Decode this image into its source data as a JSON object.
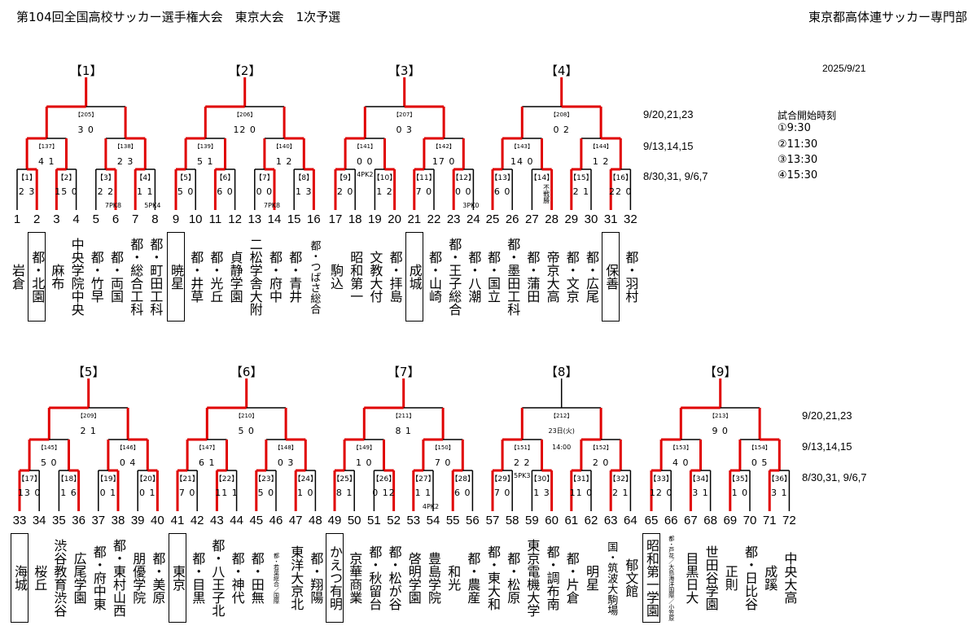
{
  "header": {
    "title": "第104回全国高校サッカー選手権大会　東京大会　1次予選",
    "org": "東京都高体連サッカー専門部",
    "date": "2025/9/21"
  },
  "schedule_top": {
    "dates": [
      "9/20,21,23",
      "9/13,14,15",
      "8/30,31, 9/6,7"
    ],
    "start_title": "試合開始時刻",
    "times": [
      "①9:30",
      "②11:30",
      "③13:30",
      "④15:30"
    ]
  },
  "schedule_bottom": {
    "dates": [
      "9/20,21,23",
      "9/13,14,15",
      "8/30,31, 9/6,7"
    ]
  },
  "colors": {
    "winner_line": "#e00000",
    "line": "#000000"
  },
  "groups": [
    {
      "label": "【1】",
      "row": 0,
      "champion": 1,
      "teams": [
        {
          "no": "1",
          "name": "岩倉"
        },
        {
          "no": "2",
          "name": "都・北園"
        },
        {
          "no": "3",
          "name": "麻布"
        },
        {
          "no": "4",
          "name": "中央学院中央"
        },
        {
          "no": "5",
          "name": "都・竹早"
        },
        {
          "no": "6",
          "name": "都・両国"
        },
        {
          "no": "7",
          "name": "都・総合工科"
        },
        {
          "no": "8",
          "name": "都・町田工科"
        }
      ],
      "r1": [
        {
          "label": "【1】",
          "score": "2 3",
          "note": "",
          "w": 1
        },
        {
          "label": "【2】",
          "score": "15 0",
          "note": "",
          "w": 0
        },
        {
          "label": "【3】",
          "score": "2 2",
          "note": "7PK8",
          "w": 1
        },
        {
          "label": "【4】",
          "score": "1 1",
          "note": "5PK4",
          "w": 0
        }
      ],
      "r2": [
        {
          "label": "【137】",
          "score": "4 1",
          "note": "",
          "w": 0
        },
        {
          "label": "【138】",
          "score": "2 3",
          "note": "",
          "w": 1
        }
      ],
      "final": {
        "label": "【205】",
        "score": "3 0",
        "w": 0
      }
    },
    {
      "label": "【2】",
      "row": 0,
      "champion": 0,
      "teams": [
        {
          "no": "9",
          "name": "暁星"
        },
        {
          "no": "10",
          "name": "都・井草"
        },
        {
          "no": "11",
          "name": "都・光丘"
        },
        {
          "no": "12",
          "name": "貞静学園"
        },
        {
          "no": "13",
          "name": "二松学舎大附"
        },
        {
          "no": "14",
          "name": "都・府中"
        },
        {
          "no": "15",
          "name": "都・青井"
        },
        {
          "no": "16",
          "name": "都・つばさ総合"
        }
      ],
      "r1": [
        {
          "label": "【5】",
          "score": "5 0",
          "note": "",
          "w": 0
        },
        {
          "label": "【6】",
          "score": "6 0",
          "note": "",
          "w": 0
        },
        {
          "label": "【7】",
          "score": "0 0",
          "note": "7PK8",
          "w": 1
        },
        {
          "label": "【8】",
          "score": "1 3",
          "note": "",
          "w": 1
        }
      ],
      "r2": [
        {
          "label": "【139】",
          "score": "5 1",
          "note": "",
          "w": 0
        },
        {
          "label": "【140】",
          "score": "1 2",
          "note": "",
          "w": 1
        }
      ],
      "final": {
        "label": "【206】",
        "score": "12 0",
        "w": 0
      }
    },
    {
      "label": "【3】",
      "row": 0,
      "champion": 4,
      "teams": [
        {
          "no": "17",
          "name": "駒込"
        },
        {
          "no": "18",
          "name": "昭和第一"
        },
        {
          "no": "19",
          "name": "文教大付"
        },
        {
          "no": "20",
          "name": "都・拝島"
        },
        {
          "no": "21",
          "name": "成城"
        },
        {
          "no": "22",
          "name": "都・山崎"
        },
        {
          "no": "23",
          "name": "都・王子総合"
        },
        {
          "no": "24",
          "name": "都・八潮"
        }
      ],
      "r1": [
        {
          "label": "【9】",
          "score": "2 0",
          "note": "",
          "w": 0
        },
        {
          "label": "【10】",
          "score": "1 2",
          "note": "",
          "w": 1
        },
        {
          "label": "【11】",
          "score": "7 0",
          "note": "",
          "w": 0
        },
        {
          "label": "【12】",
          "score": "0 0",
          "note": "3PK0",
          "w": 0
        }
      ],
      "r2": [
        {
          "label": "【141】",
          "score": "0 0",
          "note": "4PK2",
          "w": 0
        },
        {
          "label": "【142】",
          "score": "17 0",
          "note": "",
          "w": 0
        }
      ],
      "final": {
        "label": "【207】",
        "score": "0 3",
        "w": 1
      }
    },
    {
      "label": "【4】",
      "row": 0,
      "champion": 6,
      "teams": [
        {
          "no": "25",
          "name": "都・国立"
        },
        {
          "no": "26",
          "name": "都・墨田工科"
        },
        {
          "no": "27",
          "name": "都・蒲田"
        },
        {
          "no": "28",
          "name": "帝京大高"
        },
        {
          "no": "29",
          "name": "都・文京"
        },
        {
          "no": "30",
          "name": "都・広尾"
        },
        {
          "no": "31",
          "name": "保善"
        },
        {
          "no": "32",
          "name": "都・羽村"
        }
      ],
      "r1": [
        {
          "label": "【13】",
          "score": "6 0",
          "note": "",
          "w": 0
        },
        {
          "label": "【14】",
          "score": "",
          "note": "",
          "walkover": "不戦勝",
          "w": 1
        },
        {
          "label": "【15】",
          "score": "2 1",
          "note": "",
          "w": 0
        },
        {
          "label": "【16】",
          "score": "22 0",
          "note": "",
          "w": 0
        }
      ],
      "r2": [
        {
          "label": "【143】",
          "score": "14 0",
          "note": "",
          "w": 0
        },
        {
          "label": "【144】",
          "score": "1 2",
          "note": "",
          "w": 1
        }
      ],
      "final": {
        "label": "【208】",
        "score": "0 2",
        "w": 1
      }
    },
    {
      "label": "【5】",
      "row": 1,
      "champion": 0,
      "teams": [
        {
          "no": "33",
          "name": "海城"
        },
        {
          "no": "34",
          "name": "桜丘"
        },
        {
          "no": "35",
          "name": "渋谷教育渋谷"
        },
        {
          "no": "36",
          "name": "広尾学園"
        },
        {
          "no": "37",
          "name": "都・府中東"
        },
        {
          "no": "38",
          "name": "都・東村山西"
        },
        {
          "no": "39",
          "name": "朋優学院"
        },
        {
          "no": "40",
          "name": "都・美原"
        }
      ],
      "r1": [
        {
          "label": "【17】",
          "score": "13 0",
          "note": "",
          "w": 0
        },
        {
          "label": "【18】",
          "score": "1 6",
          "note": "",
          "w": 1
        },
        {
          "label": "【19】",
          "score": "0 1",
          "note": "",
          "w": 1
        },
        {
          "label": "【20】",
          "score": "0 1",
          "note": "",
          "w": 1
        }
      ],
      "r2": [
        {
          "label": "【145】",
          "score": "5 0",
          "note": "",
          "w": 0
        },
        {
          "label": "【146】",
          "score": "0 4",
          "note": "",
          "w": 1
        }
      ],
      "final": {
        "label": "【209】",
        "score": "2 1",
        "w": 0
      }
    },
    {
      "label": "【6】",
      "row": 1,
      "champion": 0,
      "teams": [
        {
          "no": "41",
          "name": "東京"
        },
        {
          "no": "42",
          "name": "都・目黒"
        },
        {
          "no": "43",
          "name": "都・八王子北"
        },
        {
          "no": "44",
          "name": "都・神代"
        },
        {
          "no": "45",
          "name": "都・田無"
        },
        {
          "no": "46",
          "name": "都・若葉総合／国際"
        },
        {
          "no": "47",
          "name": "東洋大京北"
        },
        {
          "no": "48",
          "name": "都・翔陽"
        }
      ],
      "r1": [
        {
          "label": "【21】",
          "score": "7 0",
          "note": "",
          "w": 0
        },
        {
          "label": "【22】",
          "score": "11 1",
          "note": "",
          "w": 0
        },
        {
          "label": "【23】",
          "score": "5 0",
          "note": "",
          "w": 0
        },
        {
          "label": "【24】",
          "score": "1 0",
          "note": "",
          "w": 0
        }
      ],
      "r2": [
        {
          "label": "【147】",
          "score": "6 1",
          "note": "",
          "w": 0
        },
        {
          "label": "【148】",
          "score": "0 3",
          "note": "",
          "w": 1
        }
      ],
      "final": {
        "label": "【210】",
        "score": "5 0",
        "w": 0
      }
    },
    {
      "label": "【7】",
      "row": 1,
      "champion": 0,
      "teams": [
        {
          "no": "49",
          "name": "かえつ有明"
        },
        {
          "no": "50",
          "name": "京華商業"
        },
        {
          "no": "51",
          "name": "都・秋留台"
        },
        {
          "no": "52",
          "name": "都・松が谷"
        },
        {
          "no": "53",
          "name": "啓明学園"
        },
        {
          "no": "54",
          "name": "豊島学院"
        },
        {
          "no": "55",
          "name": "和光"
        },
        {
          "no": "56",
          "name": "都・農産"
        }
      ],
      "r1": [
        {
          "label": "【25】",
          "score": "8 1",
          "note": "",
          "w": 0
        },
        {
          "label": "【26】",
          "score": "0 12",
          "note": "",
          "w": 1
        },
        {
          "label": "【27】",
          "score": "1 1",
          "note": "4PK2",
          "w": 0
        },
        {
          "label": "【28】",
          "score": "6 0",
          "note": "",
          "w": 0
        }
      ],
      "r2": [
        {
          "label": "【149】",
          "score": "1 0",
          "note": "",
          "w": 0
        },
        {
          "label": "【150】",
          "score": "7 0",
          "note": "",
          "w": 0
        }
      ],
      "final": {
        "label": "【211】",
        "score": "8 1",
        "w": 0
      }
    },
    {
      "label": "【8】",
      "row": 1,
      "champion": null,
      "teams": [
        {
          "no": "57",
          "name": "都・東大和"
        },
        {
          "no": "58",
          "name": "都・松原"
        },
        {
          "no": "59",
          "name": "東京電機大学"
        },
        {
          "no": "60",
          "name": "都・調布南"
        },
        {
          "no": "61",
          "name": "都・片倉"
        },
        {
          "no": "62",
          "name": "明星"
        },
        {
          "no": "63",
          "name": "国・筑波大駒場"
        },
        {
          "no": "64",
          "name": "郁文館"
        }
      ],
      "r1": [
        {
          "label": "【29】",
          "score": "7 0",
          "note": "",
          "w": 0
        },
        {
          "label": "【30】",
          "score": "1 3",
          "note": "",
          "w": 1
        },
        {
          "label": "【31】",
          "score": "11 0",
          "note": "",
          "w": 0
        },
        {
          "label": "【32】",
          "score": "2 1",
          "note": "",
          "w": 0
        }
      ],
      "r2": [
        {
          "label": "【151】",
          "score": "2 2",
          "note": "5PK3",
          "w": 0
        },
        {
          "label": "【152】",
          "score": "2 0",
          "note": "",
          "w": 0
        }
      ],
      "final": {
        "label": "【212】",
        "score": "",
        "day": "23日(火)",
        "time": "14:00",
        "w": null
      }
    },
    {
      "label": "【9】",
      "row": 1,
      "champion": 0,
      "teams": [
        {
          "no": "65",
          "name": "昭和第一学園"
        },
        {
          "no": "66",
          "name": "都・芦花／大島海洋国際／小笠原"
        },
        {
          "no": "67",
          "name": "目黒日大"
        },
        {
          "no": "68",
          "name": "世田谷学園"
        },
        {
          "no": "69",
          "name": "正則"
        },
        {
          "no": "70",
          "name": "都・日比谷"
        },
        {
          "no": "71",
          "name": "成蹊"
        },
        {
          "no": "72",
          "name": "中央大高"
        }
      ],
      "r1": [
        {
          "label": "【33】",
          "score": "12 0",
          "note": "",
          "w": 0
        },
        {
          "label": "【34】",
          "score": "3 1",
          "note": "",
          "w": 0
        },
        {
          "label": "【35】",
          "score": "1 0",
          "note": "",
          "w": 0
        },
        {
          "label": "【36】",
          "score": "3 1",
          "note": "",
          "w": 0
        }
      ],
      "r2": [
        {
          "label": "【153】",
          "score": "4 0",
          "note": "",
          "w": 0
        },
        {
          "label": "【154】",
          "score": "0 5",
          "note": "",
          "w": 1
        }
      ],
      "final": {
        "label": "【213】",
        "score": "9 0",
        "w": 0
      }
    }
  ]
}
